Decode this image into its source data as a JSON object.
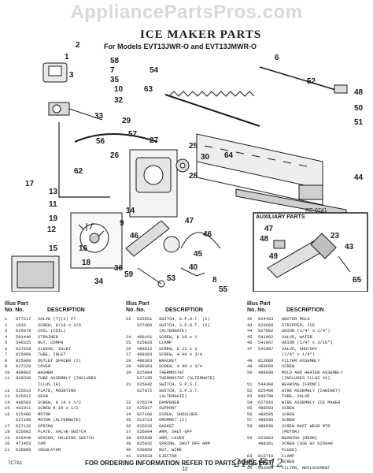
{
  "watermark": "AppliancePartsPros.com",
  "header": {
    "title": "ICE MAKER PARTS",
    "subtitle": "For Models EVT13JWR-O and EVT13JMWR-O"
  },
  "diagram": {
    "callouts": [
      "2",
      "1",
      "3",
      "58",
      "7",
      "35",
      "10",
      "32",
      "33",
      "54",
      "63",
      "6",
      "52",
      "48",
      "50",
      "51",
      "29",
      "57",
      "56",
      "27",
      "25",
      "26",
      "30",
      "28",
      "64",
      "44",
      "62",
      "17",
      "13",
      "11",
      "19",
      "12",
      "15",
      "16",
      "18",
      "14",
      "9",
      "47",
      "46",
      "45",
      "40",
      "46",
      "36",
      "34",
      "59",
      "53",
      "8",
      "55"
    ],
    "auxiliary_label": "AUXILIARY PARTS",
    "ref_code": "RE-0741",
    "aux_callouts": [
      "47",
      "48",
      "49",
      "23",
      "43",
      "65"
    ]
  },
  "parts_list": {
    "headers": {
      "number": "Illus Part",
      "sub": "No. No.",
      "description": "DESCRIPTION"
    },
    "columns": [
      [
        [
          "1",
          "677217",
          "VALVE (T)(2) PT"
        ],
        [
          "2",
          "1833",
          "SCREW, 8/18 x 3/8"
        ],
        [
          "3",
          "625979",
          "COIL (COIL)"
        ],
        [
          "4",
          "581440",
          "STRAINER"
        ],
        [
          "5",
          "549325",
          "NUT, COMPR"
        ],
        [
          "6",
          "627018",
          "SLEEVE, INLET"
        ],
        [
          "7",
          "825960",
          "TUBE, INLET"
        ],
        [
          "8",
          "825960",
          "OUTLET SPACER (2)"
        ],
        [
          "9",
          "627229",
          "COVER"
        ],
        [
          "10",
          "488962",
          "WASHER"
        ],
        [
          "11",
          "829330",
          "TUBE ASSEMBLY (INCLUDES"
        ],
        [
          "",
          "",
          "ILLUS 18)"
        ],
        [
          "12",
          "625613",
          "PLATE, MOUNTING"
        ],
        [
          "13",
          "625617",
          "GEAR"
        ],
        [
          "14",
          "488593",
          "SCREW, 8 18 x 1/2"
        ],
        [
          "15",
          "481911",
          "SCREW 8 18 x 1/2"
        ],
        [
          "16",
          "625488",
          "MOTOR"
        ],
        [
          "",
          "627108",
          "MOTOR (ALTERNATE)"
        ],
        [
          "17",
          "627132",
          "SPRING"
        ],
        [
          "18",
          "625602",
          "PLATE, VALVE SWITCH"
        ],
        [
          "19",
          "825448",
          "SPACER, HOLDING SWITCH"
        ],
        [
          "20",
          "471453",
          "CAM"
        ],
        [
          "21",
          "625809",
          "INSULATOR"
        ]
      ],
      [
        [
          "22",
          "625651",
          "SWITCH, S.P.D.T. (2)"
        ],
        [
          "",
          "627666",
          "SWITCH, S.P.D.T. (2)"
        ],
        [
          "",
          "",
          "(ALTERNATE)"
        ],
        [
          "24",
          "488161",
          "SCREW, 8 18 x 1"
        ],
        [
          "25",
          "625826",
          "CLAMP"
        ],
        [
          "26",
          "488612",
          "SCREW, 8 12 x 1"
        ],
        [
          "27",
          "488363",
          "SCREW, 4 40 x 3/4"
        ],
        [
          "28",
          "488363",
          "BRACKET"
        ],
        [
          "29",
          "488363",
          "SCREW, 4 40 x 3/4"
        ],
        [
          "30",
          "825984",
          "THERMOSTAT"
        ],
        [
          "",
          "627185",
          "THERMOSTAT (ALTERNATE)"
        ],
        [
          "31",
          "625842",
          "SWITCH, S.P.S.T."
        ],
        [
          "",
          "627072",
          "SWITCH, S.P.S.T."
        ],
        [
          "",
          "",
          "(ALTERNATE)"
        ],
        [
          "32",
          "876574",
          "DAMPENER"
        ],
        [
          "33",
          "625827",
          "SUPPORT"
        ],
        [
          "34",
          "827100",
          "SCREW, SHOULDER"
        ],
        [
          "35",
          "513723",
          "GROMMET (2)"
        ],
        [
          "36",
          "625626",
          "GASKET"
        ],
        [
          "37",
          "626094",
          "ARM, SHUT-OFF"
        ],
        [
          "38",
          "625830",
          "ARM, LEVER"
        ],
        [
          "39",
          "825832",
          "SPRING, SHUT OFF ARM"
        ],
        [
          "40",
          "539850",
          "NUT, WIRE"
        ],
        [
          "41",
          "625833",
          "EJECTOR"
        ]
      ],
      [
        [
          "42",
          "624403",
          "HEATER MOLD"
        ],
        [
          "43",
          "625660",
          "STRIPPER, ICE"
        ],
        [
          "44",
          "527002",
          "UNION (1/4\" x 1/4\")"
        ],
        [
          "45",
          "541062",
          "VALVE, WATER"
        ],
        [
          "46",
          "541067",
          "UNION (1/4\" x 3/16\")"
        ],
        [
          "47",
          "541067",
          "VALVE, SHUTOFF"
        ],
        [
          "",
          "",
          "(1/4\" x 1/4\")"
        ],
        [
          "48",
          "813606",
          "FILTER ASSEMBLY"
        ],
        [
          "49",
          "488699",
          "SCREW"
        ],
        [
          "50",
          "488698",
          "MOLD AND HEATER ASSEMBLY"
        ],
        [
          "",
          "",
          "(INCLUDES ILLUS 42)"
        ],
        [
          "51",
          "544300",
          "BEARING (FRONT)"
        ],
        [
          "52",
          "625490",
          "WIRE ASSEMBLY (CABINET)"
        ],
        [
          "53",
          "880790",
          "TUBE, VALVE"
        ],
        [
          "54",
          "627016",
          "WIRE ASSEMBLY ICE MAKER"
        ],
        [
          "55",
          "488593",
          "SCREW"
        ],
        [
          "56",
          "488595",
          "SCREW"
        ],
        [
          "57",
          "488595",
          "SCREW"
        ],
        [
          "58",
          "488596",
          "SCREW MUST WEAR MTR"
        ],
        [
          "",
          "",
          "(MOTOR)"
        ],
        [
          "59",
          "623883",
          "BEARING (REAR)"
        ],
        [
          "",
          "488361",
          "SCREW (USE W/ 625840"
        ],
        [
          "",
          "",
          "PLUGS)"
        ],
        [
          "63",
          "813716",
          "CLAMP"
        ],
        [
          "64",
          "481715",
          "SCREW"
        ],
        [
          "65",
          "833564",
          "FILTER, REPLACEMENT"
        ]
      ]
    ]
  },
  "footer": {
    "text": "FOR ORDERING INFORMATION REFER TO PARTS PRICE LIST",
    "code": "7C7A1",
    "page": "12",
    "handwritten": "219-F-12"
  }
}
